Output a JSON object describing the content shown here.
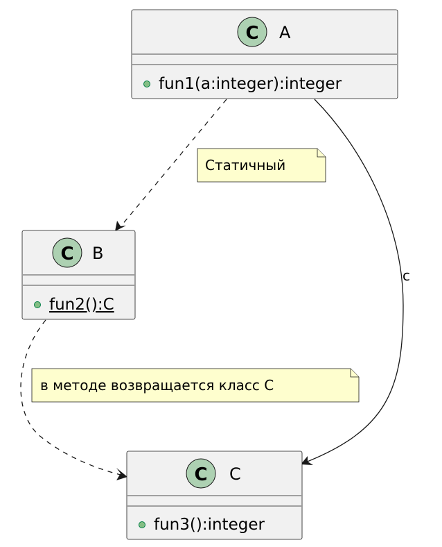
{
  "classes": {
    "a": {
      "badge": "C",
      "name": "A",
      "member": "fun1(a:integer):integer"
    },
    "b": {
      "badge": "C",
      "name": "B",
      "member": "fun2():C",
      "member_static": true
    },
    "c": {
      "badge": "C",
      "name": "C",
      "member": "fun3():integer"
    }
  },
  "notes": {
    "static": "Статичный",
    "returns": "в методе возвращается класс C"
  },
  "edges": {
    "a_to_c_label": "c"
  },
  "colors": {
    "class_fill": "#f1f1f1",
    "badge_fill": "#add1b2",
    "note_fill": "#fefece",
    "public_dot": "#84be84",
    "line": "#181818"
  },
  "icons": {
    "class_badge": "class-circle-icon",
    "public_visibility": "public-visibility-icon"
  }
}
